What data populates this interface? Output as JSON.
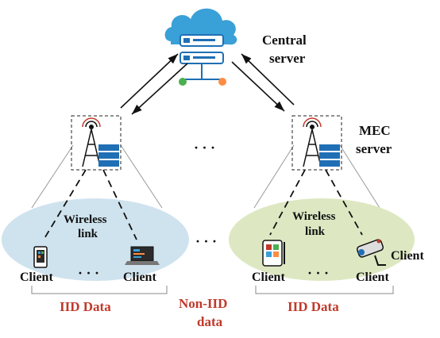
{
  "central": {
    "label_line1": "Central",
    "label_line2": "server"
  },
  "mec": {
    "label_line1": "MEC",
    "label_line2": "server"
  },
  "left_cluster": {
    "link_line1": "Wireless",
    "link_line2": "link",
    "client_left": "Client",
    "client_right": "Client",
    "dots": "· · ·",
    "data_label": "IID Data"
  },
  "right_cluster": {
    "link_line1": "Wireless",
    "link_line2": "link",
    "client_left": "Client",
    "client_mid": "Client",
    "client_right": "Client",
    "dots": "· · ·",
    "data_label": "IID Data"
  },
  "between_towers_dots": "· · ·",
  "between_ellipses_dots": "· · ·",
  "noniid": {
    "line1": "Non-IID",
    "line2": "data"
  },
  "colors": {
    "left_ellipse": "#cfe3ee",
    "right_ellipse": "#dde8c2",
    "cloud": "#3aa0d8",
    "server_box": "#1f6fb5",
    "accent_red": "#c0392b"
  }
}
